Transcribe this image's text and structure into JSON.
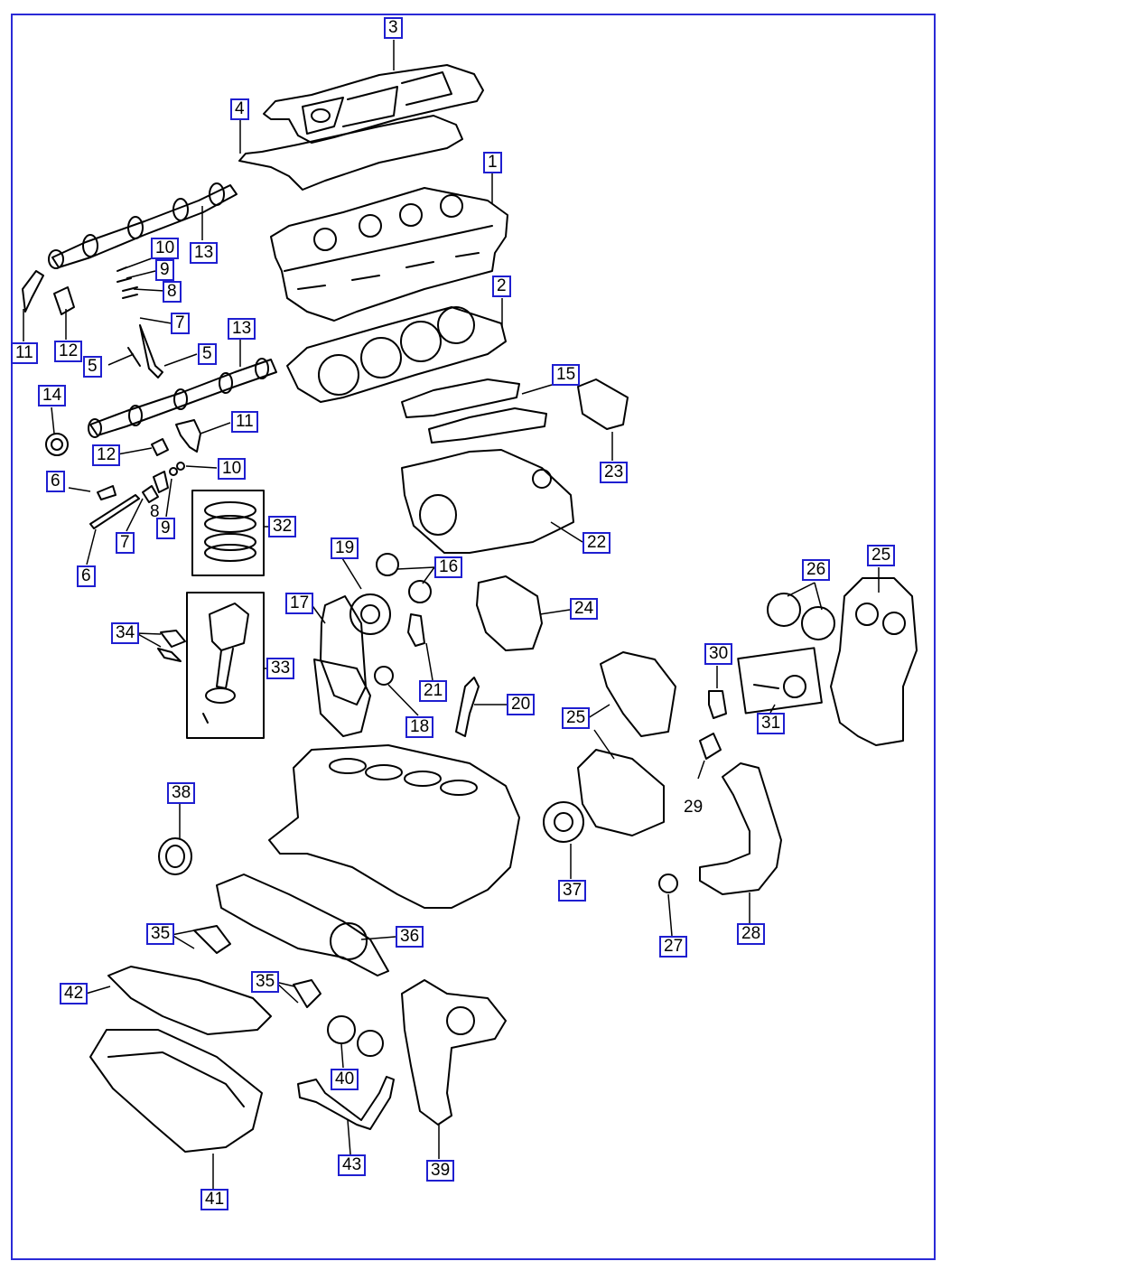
{
  "diagram": {
    "callouts": [
      {
        "id": "c3",
        "label": "3"
      },
      {
        "id": "c4",
        "label": "4"
      },
      {
        "id": "c1",
        "label": "1"
      },
      {
        "id": "c13a",
        "label": "13"
      },
      {
        "id": "c10a",
        "label": "10"
      },
      {
        "id": "c9a",
        "label": "9"
      },
      {
        "id": "c8a",
        "label": "8"
      },
      {
        "id": "c7a",
        "label": "7"
      },
      {
        "id": "c11a",
        "label": "11"
      },
      {
        "id": "c12a",
        "label": "12"
      },
      {
        "id": "c5a",
        "label": "5"
      },
      {
        "id": "c5b",
        "label": "5"
      },
      {
        "id": "c2",
        "label": "2"
      },
      {
        "id": "c13b",
        "label": "13"
      },
      {
        "id": "c14",
        "label": "14"
      },
      {
        "id": "c11b",
        "label": "11"
      },
      {
        "id": "c12b",
        "label": "12"
      },
      {
        "id": "c10b",
        "label": "10"
      },
      {
        "id": "c6a",
        "label": "6"
      },
      {
        "id": "c7b",
        "label": "7"
      },
      {
        "id": "c9b",
        "label": "9"
      },
      {
        "id": "c6b",
        "label": "6"
      },
      {
        "id": "c15",
        "label": "15"
      },
      {
        "id": "c23",
        "label": "23"
      },
      {
        "id": "c22",
        "label": "22"
      },
      {
        "id": "c32",
        "label": "32"
      },
      {
        "id": "c19",
        "label": "19"
      },
      {
        "id": "c16",
        "label": "16"
      },
      {
        "id": "c17",
        "label": "17"
      },
      {
        "id": "c24",
        "label": "24"
      },
      {
        "id": "c26",
        "label": "26"
      },
      {
        "id": "c25a",
        "label": "25"
      },
      {
        "id": "c34",
        "label": "34"
      },
      {
        "id": "c33",
        "label": "33"
      },
      {
        "id": "c30",
        "label": "30"
      },
      {
        "id": "c21",
        "label": "21"
      },
      {
        "id": "c20",
        "label": "20"
      },
      {
        "id": "c25b",
        "label": "25"
      },
      {
        "id": "c18",
        "label": "18"
      },
      {
        "id": "c31",
        "label": "31"
      },
      {
        "id": "c38",
        "label": "38"
      },
      {
        "id": "c35a",
        "label": "35"
      },
      {
        "id": "c36",
        "label": "36"
      },
      {
        "id": "c37",
        "label": "37"
      },
      {
        "id": "c27",
        "label": "27"
      },
      {
        "id": "c28",
        "label": "28"
      },
      {
        "id": "c42",
        "label": "42"
      },
      {
        "id": "c35b",
        "label": "35"
      },
      {
        "id": "c40",
        "label": "40"
      },
      {
        "id": "c43",
        "label": "43"
      },
      {
        "id": "c39",
        "label": "39"
      },
      {
        "id": "c41",
        "label": "41"
      }
    ],
    "plain_labels": [
      {
        "id": "p8",
        "label": "8"
      },
      {
        "id": "p29",
        "label": "29"
      }
    ],
    "colors": {
      "callout_border": "#1f1fd0",
      "frame": "#2a2ad6",
      "line": "#000000"
    }
  }
}
